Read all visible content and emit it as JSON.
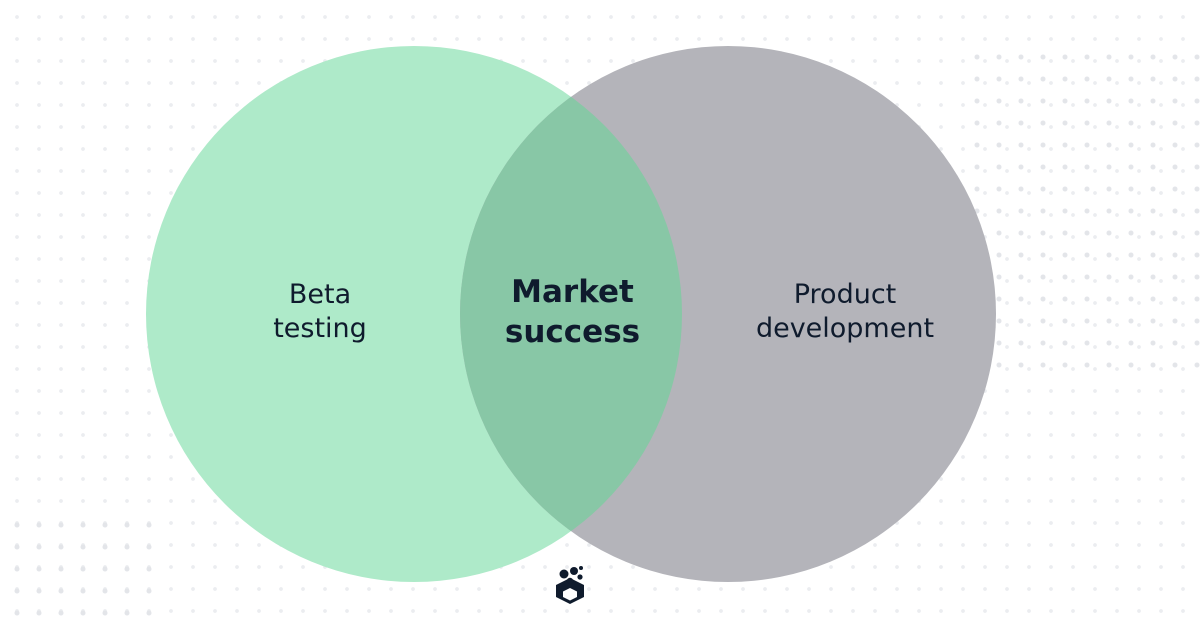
{
  "venn": {
    "left_set": {
      "line1": "Beta",
      "line2": "testing",
      "color": "#aeeac9"
    },
    "right_set": {
      "line1": "Product",
      "line2": "development",
      "color": "#b4b4ba"
    },
    "intersection": {
      "line1": "Market",
      "line2": "success",
      "color": "#88c7a6"
    }
  },
  "colors": {
    "text": "#0f1b2d",
    "logo": "#0f1b2d"
  },
  "logo": {
    "icon": "hexagon-bubbles-logo-icon"
  }
}
